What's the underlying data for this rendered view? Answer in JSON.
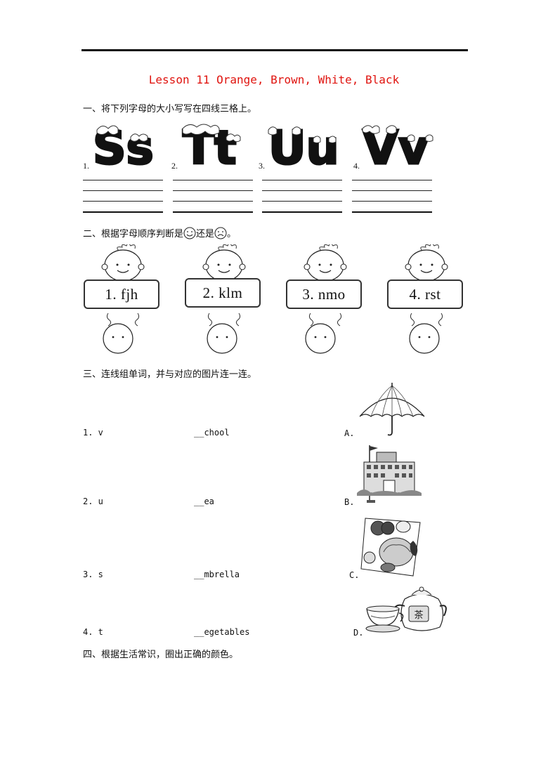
{
  "header": {
    "title": "Lesson 11 Orange, Brown, White, Black"
  },
  "section1": {
    "heading": "一、将下列字母的大小写写在四线三格上。",
    "items": [
      {
        "num": "1.",
        "letters": "Ss"
      },
      {
        "num": "2.",
        "letters": "Tt"
      },
      {
        "num": "3.",
        "letters": "Uu"
      },
      {
        "num": "4.",
        "letters": "Vv"
      }
    ]
  },
  "section2": {
    "heading_before": "二、根据字母顺序判断是",
    "heading_middle": "还是",
    "heading_after": "。",
    "items": [
      {
        "label": "1.  fjh"
      },
      {
        "label": "2.  klm"
      },
      {
        "label": "3.  nmo"
      },
      {
        "label": "4.  rst"
      }
    ]
  },
  "section3": {
    "heading": "三、连线组单词，并与对应的图片连一连。",
    "rows": [
      {
        "left": "1.  v",
        "middle": "__chool",
        "right": "A.",
        "picture": "umbrella-picture"
      },
      {
        "left": "2.  u",
        "middle": "__ea",
        "right": "B.",
        "picture": "school-building-picture"
      },
      {
        "left": "3.  s",
        "middle": "__mbrella",
        "right": "C.",
        "picture": "vegetables-picture"
      },
      {
        "left": "4.  t",
        "middle": "__egetables",
        "right": "D.",
        "picture": "tea-set-picture"
      }
    ]
  },
  "section4": {
    "heading": "四、根据生活常识，圈出正确的颜色。"
  }
}
